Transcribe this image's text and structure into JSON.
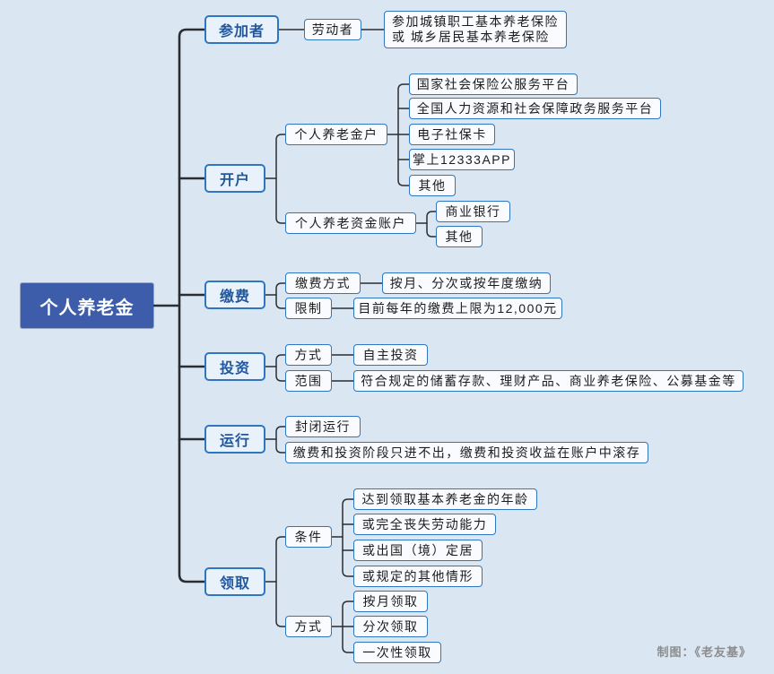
{
  "colors": {
    "bg": "#dae7f3",
    "root-fill": "#3d5dab",
    "root-text": "#ffffff",
    "branch-fill": "#e9f2fb",
    "branch-text": "#23579c",
    "node-fill": "#f9fbfe",
    "node-border": "#2e76bf",
    "node-text": "#1c1c1c",
    "connector": "#2b2d33",
    "credit-text": "#8c8c8c"
  },
  "root": {
    "label": "个人养老金"
  },
  "branches": [
    {
      "label": "参加者",
      "children": [
        {
          "label": "劳动者",
          "children": [
            {
              "lines": [
                "参加城镇职工基本养老保险",
                "或 城乡居民基本养老保险"
              ]
            }
          ]
        }
      ]
    },
    {
      "label": "开户",
      "children": [
        {
          "label": "个人养老金户",
          "children": [
            {
              "label": "国家社会保险公服务平台"
            },
            {
              "label": "全国人力资源和社会保障政务服务平台"
            },
            {
              "label": "电子社保卡"
            },
            {
              "label": "掌上12333APP"
            },
            {
              "label": "其他"
            }
          ]
        },
        {
          "label": "个人养老资金账户",
          "children": [
            {
              "label": "商业银行"
            },
            {
              "label": "其他"
            }
          ]
        }
      ]
    },
    {
      "label": "缴费",
      "children": [
        {
          "label": "缴费方式",
          "children": [
            {
              "label": "按月、分次或按年度缴纳"
            }
          ]
        },
        {
          "label": "限制",
          "children": [
            {
              "label": "目前每年的缴费上限为12,000元"
            }
          ]
        }
      ]
    },
    {
      "label": "投资",
      "children": [
        {
          "label": "方式",
          "children": [
            {
              "label": "自主投资"
            }
          ]
        },
        {
          "label": "范围",
          "children": [
            {
              "label": "符合规定的储蓄存款、理财产品、商业养老保险、公募基金等"
            }
          ]
        }
      ]
    },
    {
      "label": "运行",
      "children": [
        {
          "label": "封闭运行"
        },
        {
          "label": "缴费和投资阶段只进不出，缴费和投资收益在账户中滚存"
        }
      ]
    },
    {
      "label": "领取",
      "children": [
        {
          "label": "条件",
          "children": [
            {
              "label": "达到领取基本养老金的年龄"
            },
            {
              "label": "或完全丧失劳动能力"
            },
            {
              "label": "或出国（境）定居"
            },
            {
              "label": "或规定的其他情形"
            }
          ]
        },
        {
          "label": "方式",
          "children": [
            {
              "label": "按月领取"
            },
            {
              "label": "分次领取"
            },
            {
              "label": "一次性领取"
            }
          ]
        }
      ]
    }
  ],
  "footer": {
    "credit": "制图：《老友基》"
  }
}
